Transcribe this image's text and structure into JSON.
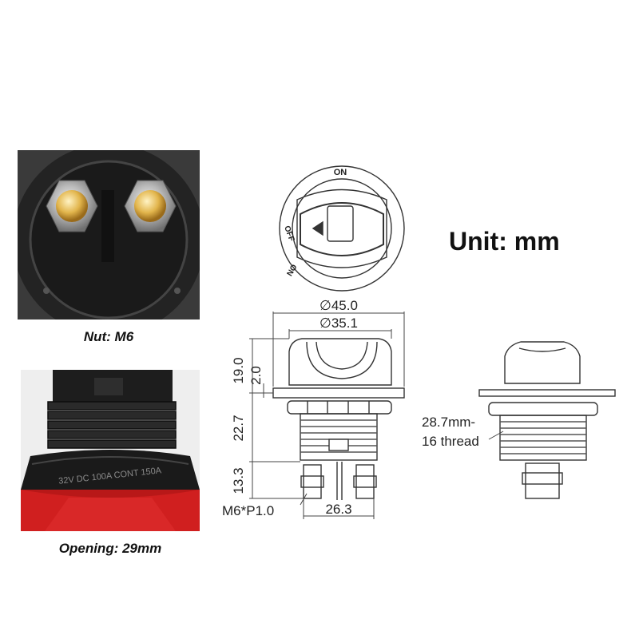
{
  "captions": {
    "nut": "Nut: M6",
    "opening": "Opening: 29mm"
  },
  "unit_label": "Unit: mm",
  "photos": {
    "opening_print": "32V DC 100A CONT 150A"
  },
  "top_view": {
    "on": "ON",
    "off": "OFF",
    "on2": "ON"
  },
  "dimensions": {
    "outer_diameter": "∅45.0",
    "inner_diameter": "∅35.1",
    "knob_height": "19.0",
    "flange": "2.0",
    "body_height": "22.7",
    "terminal_height": "13.3",
    "thread_spec": "M6*P1.0",
    "terminal_spacing": "26.3",
    "mount_thread_line1": "28.7mm-",
    "mount_thread_line2": "16 thread"
  },
  "colors": {
    "line": "#333333",
    "red_base": "#d01f1f",
    "black_plastic": "#1c1c1c",
    "brass": "#e9c56a"
  }
}
